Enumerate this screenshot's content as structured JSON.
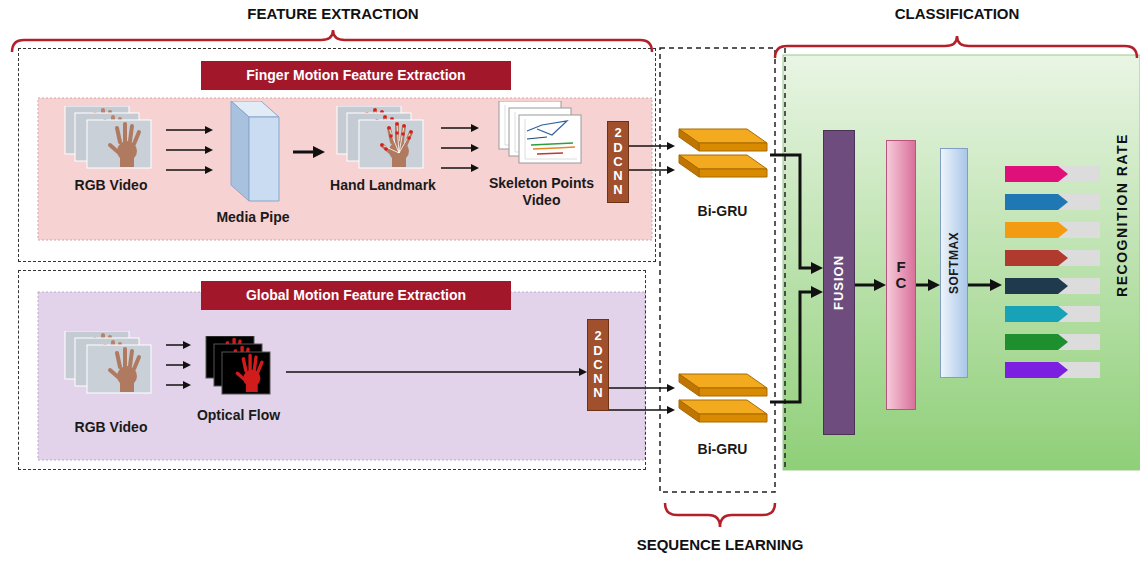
{
  "diagram": {
    "nodes": [
      {
        "text": [
          "Finger Motion Feature Extraction"
        ]
      },
      {
        "text": [
          "RGB Video"
        ],
        "in": 0
      },
      {
        "text": [
          "Media Pipe"
        ],
        "in": 0
      },
      {
        "text": [
          "Hand Landmark"
        ],
        "in": 0
      },
      {
        "text": [
          "Skeleton Points Video"
        ],
        "in": 0
      },
      {
        "text": [
          "2DCNN"
        ],
        "in": 0
      },
      {
        "text": [
          "Global Motion Feature Extraction"
        ]
      },
      {
        "text": [
          "RGB Video"
        ],
        "in": 6
      },
      {
        "text": [
          "Optical Flow"
        ],
        "in": 6
      },
      {
        "text": [
          "2DCNN"
        ],
        "in": 6
      },
      {
        "text": [
          "Bi-GRU"
        ]
      },
      {
        "text": [
          "Bi-GRU"
        ]
      },
      {
        "text": [
          "FUSION"
        ]
      },
      {
        "text": [
          "FC"
        ]
      },
      {
        "text": [
          "SOFTMAX"
        ]
      }
    ],
    "edges": [
      {
        "from": 1,
        "to": 2,
        "arrow": "to"
      },
      {
        "from": 1,
        "to": 2,
        "arrow": "to"
      },
      {
        "from": 1,
        "to": 2,
        "arrow": "to"
      },
      {
        "from": 2,
        "to": 3,
        "arrow": "to"
      },
      {
        "from": 3,
        "to": 4,
        "arrow": "to"
      },
      {
        "from": 3,
        "to": 4,
        "arrow": "to"
      },
      {
        "from": 3,
        "to": 4,
        "arrow": "to"
      },
      {
        "from": 5,
        "to": 10,
        "arrow": "to"
      },
      {
        "from": 5,
        "to": 10,
        "arrow": "to"
      },
      {
        "from": 7,
        "to": 8,
        "arrow": "to"
      },
      {
        "from": 7,
        "to": 8,
        "arrow": "to"
      },
      {
        "from": 7,
        "to": 8,
        "arrow": "to"
      },
      {
        "from": 8,
        "to": 9,
        "arrow": "to"
      },
      {
        "from": 9,
        "to": 11,
        "arrow": "to"
      },
      {
        "from": 9,
        "to": 11,
        "arrow": "to"
      },
      {
        "from": 10,
        "to": 12,
        "arrow": "to"
      },
      {
        "from": 11,
        "to": 12,
        "arrow": "to"
      },
      {
        "from": 12,
        "to": 13,
        "arrow": "to"
      },
      {
        "from": 13,
        "to": 14,
        "arrow": "to"
      }
    ],
    "labels": [
      "FEATURE EXTRACTION",
      "CLASSIFICATION",
      "SEQUENCE LEARNING",
      "RECOGNITION RATE"
    ]
  }
}
